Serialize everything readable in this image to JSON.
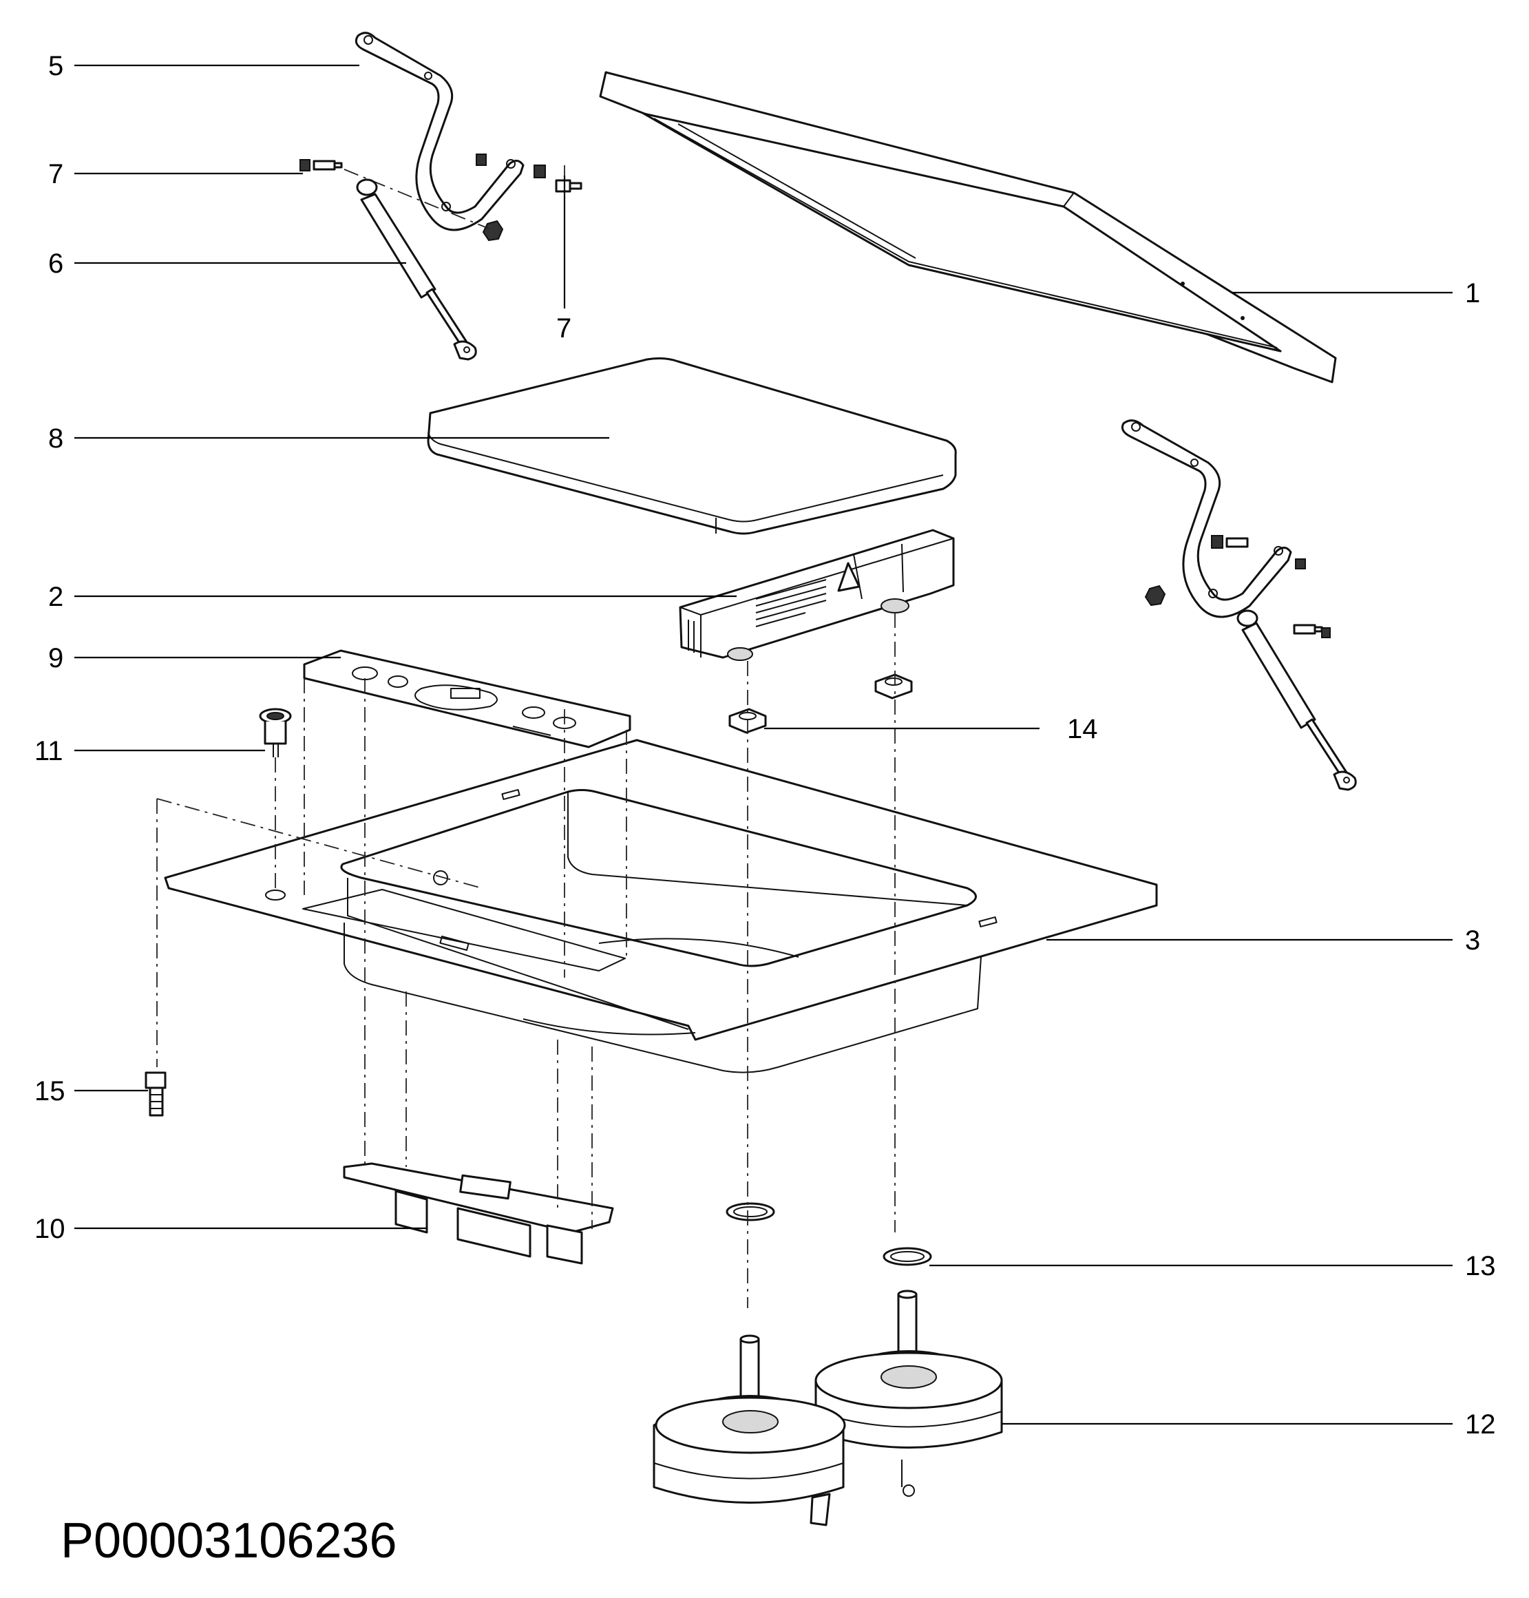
{
  "part_number": "P00003106236",
  "callouts": [
    {
      "id": "c1",
      "text": "1"
    },
    {
      "id": "c2",
      "text": "2"
    },
    {
      "id": "c3",
      "text": "3"
    },
    {
      "id": "c5",
      "text": "5"
    },
    {
      "id": "c6",
      "text": "6"
    },
    {
      "id": "c7a",
      "text": "7"
    },
    {
      "id": "c7b",
      "text": "7"
    },
    {
      "id": "c8",
      "text": "8"
    },
    {
      "id": "c9",
      "text": "9"
    },
    {
      "id": "c10",
      "text": "10"
    },
    {
      "id": "c11",
      "text": "11"
    },
    {
      "id": "c12",
      "text": "12"
    },
    {
      "id": "c13",
      "text": "13"
    },
    {
      "id": "c14",
      "text": "14"
    },
    {
      "id": "c15",
      "text": "15"
    }
  ]
}
